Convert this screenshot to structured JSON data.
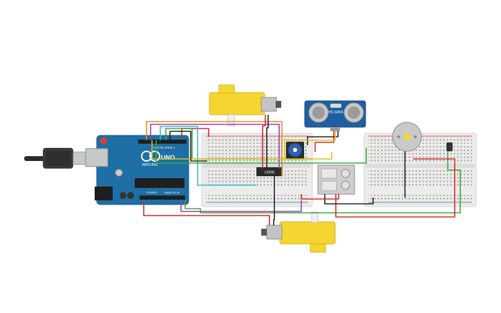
{
  "arduino": {
    "brand": "ARDUINO",
    "model": "UNO",
    "digital_header": "DIGITAL (PWM~)",
    "power_header": "POWER",
    "analog_header": "ANALOG IN"
  },
  "ultrasonic": {
    "label": "HC-SR04"
  },
  "driver_ic": {
    "label": "L293D"
  },
  "colors": {
    "board": "#1d6fa5",
    "breadboard": "#ecedeb",
    "motor_yellow": "#f5d630",
    "wire_red": "#d9252a",
    "wire_black": "#222222",
    "wire_green": "#3caa3c",
    "wire_yellow": "#e2c21a",
    "wire_orange": "#f08a1c",
    "wire_purple": "#9b3fb5",
    "wire_cyan": "#3fb8c9"
  }
}
